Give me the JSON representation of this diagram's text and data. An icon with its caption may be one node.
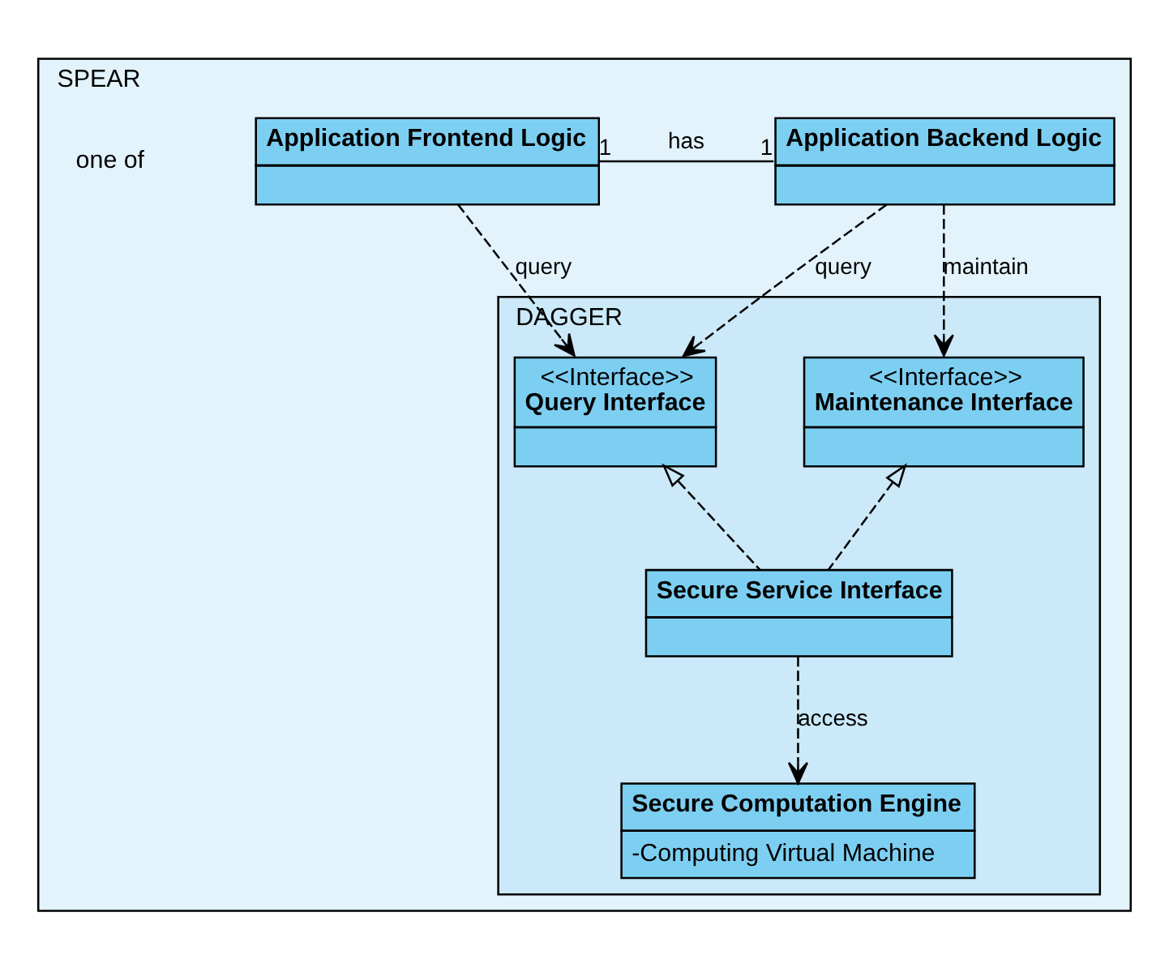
{
  "diagram": {
    "nodes": [
      {
        "text": [
          "SPEAR"
        ]
      },
      {
        "text": [
          "Application Backend Logic"
        ],
        "in": 0
      },
      {
        "text": [
          "Application Frontend Logic"
        ],
        "in": 0
      },
      {
        "text": [
          "DAGGER"
        ],
        "in": 0
      },
      {
        "text": [
          "<<Interface>>",
          "Maintenance Interface"
        ],
        "in": 3
      },
      {
        "text": [
          "<<Interface>>",
          "Query Interface"
        ],
        "in": 3
      },
      {
        "text": [
          "Secure Service Interface"
        ],
        "in": 3
      },
      {
        "text": [
          "Secure Computation Engine",
          "-Computing Virtual Machine"
        ],
        "in": 3
      }
    ],
    "edges": [
      {
        "from": 1,
        "to": 2,
        "arrow": "none",
        "label": "has"
      },
      {
        "from": 1,
        "to": 4,
        "arrow": "to",
        "label": "maintain",
        "style": "dashed"
      },
      {
        "from": 1,
        "to": 5,
        "arrow": "to",
        "label": "query",
        "style": "dashed"
      },
      {
        "from": 2,
        "to": 5,
        "arrow": "to",
        "label": "query",
        "style": "dashed"
      },
      {
        "from": 6,
        "to": 4,
        "arrow": "to",
        "style": "dashed"
      },
      {
        "from": 6,
        "to": 5,
        "arrow": "to",
        "style": "dashed"
      },
      {
        "from": 6,
        "to": 7,
        "arrow": "to",
        "label": "access",
        "style": "dashed"
      }
    ],
    "labels": [
      "1",
      "1",
      "one of"
    ]
  }
}
